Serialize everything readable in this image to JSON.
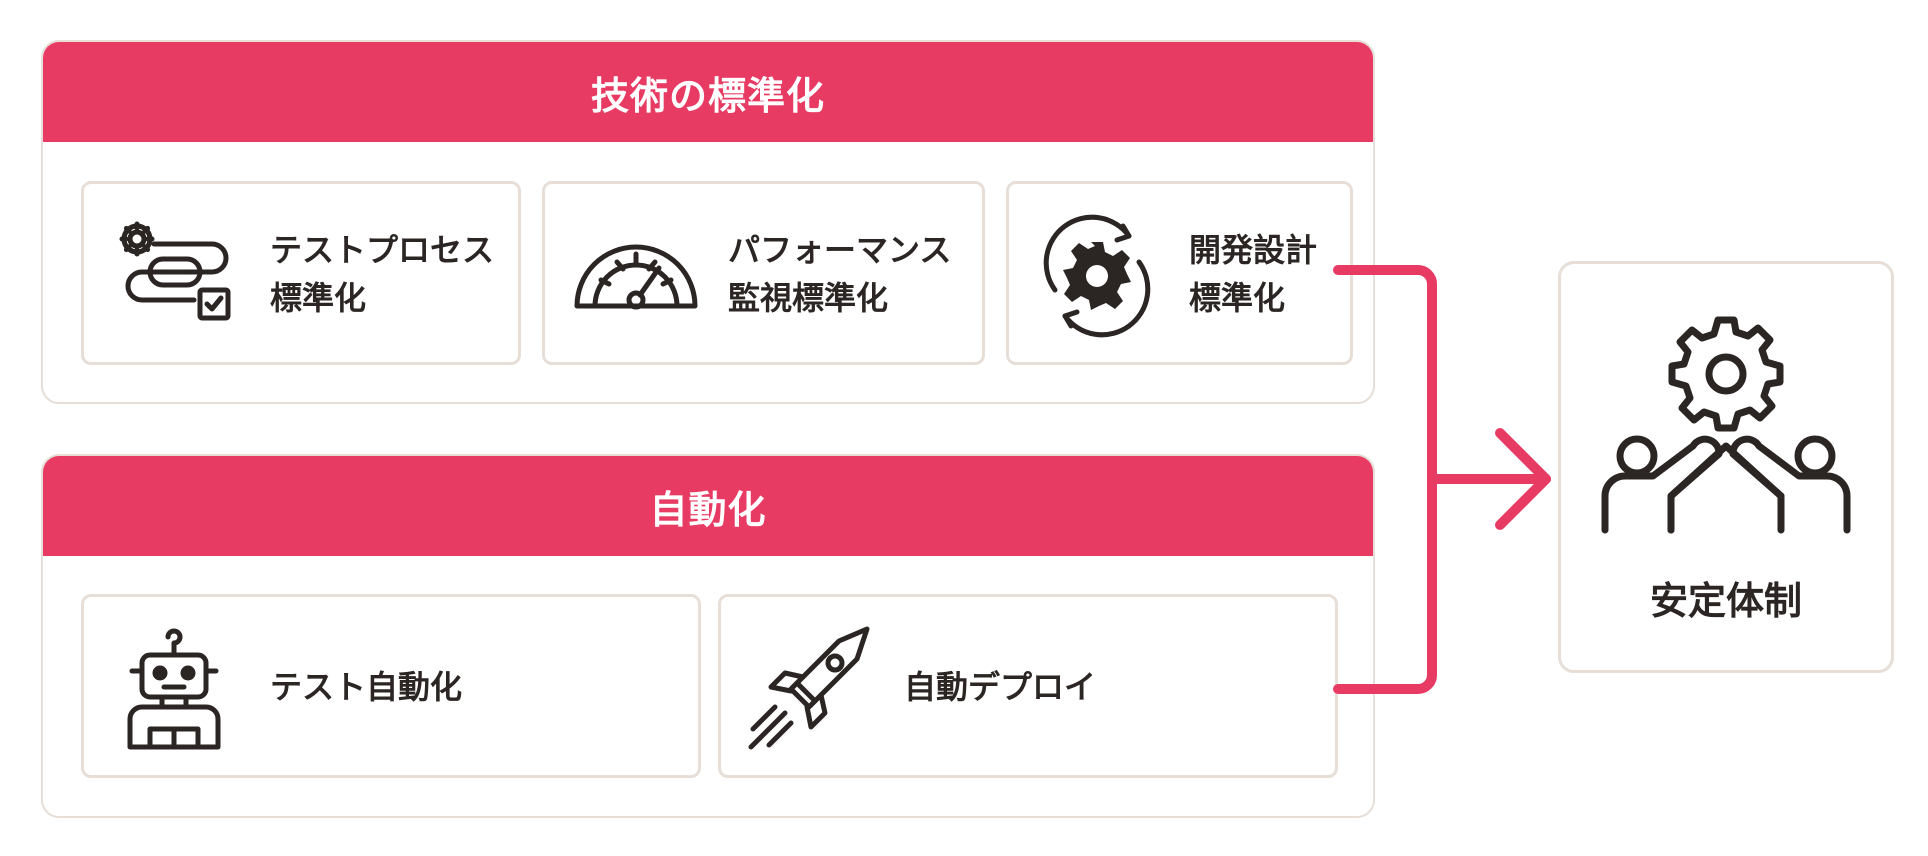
{
  "groups": {
    "standardization": {
      "title": "技術の標準化",
      "cards": [
        {
          "line1": "テストプロセス",
          "line2": "標準化",
          "icon": "gear-checklist-icon"
        },
        {
          "line1": "パフォーマンス",
          "line2": "監視標準化",
          "icon": "speedometer-icon"
        },
        {
          "line1": "開発設計",
          "line2": "標準化",
          "icon": "gear-cycle-icon"
        }
      ]
    },
    "automation": {
      "title": "自動化",
      "cards": [
        {
          "line1": "テスト自動化",
          "icon": "robot-icon"
        },
        {
          "line1": "自動デプロイ",
          "icon": "rocket-icon"
        }
      ]
    }
  },
  "result": {
    "label": "安定体制",
    "icon": "teamwork-gear-icon"
  },
  "colors": {
    "accent": "#e83b64",
    "border": "#e6ded7",
    "text": "#2b2523"
  }
}
